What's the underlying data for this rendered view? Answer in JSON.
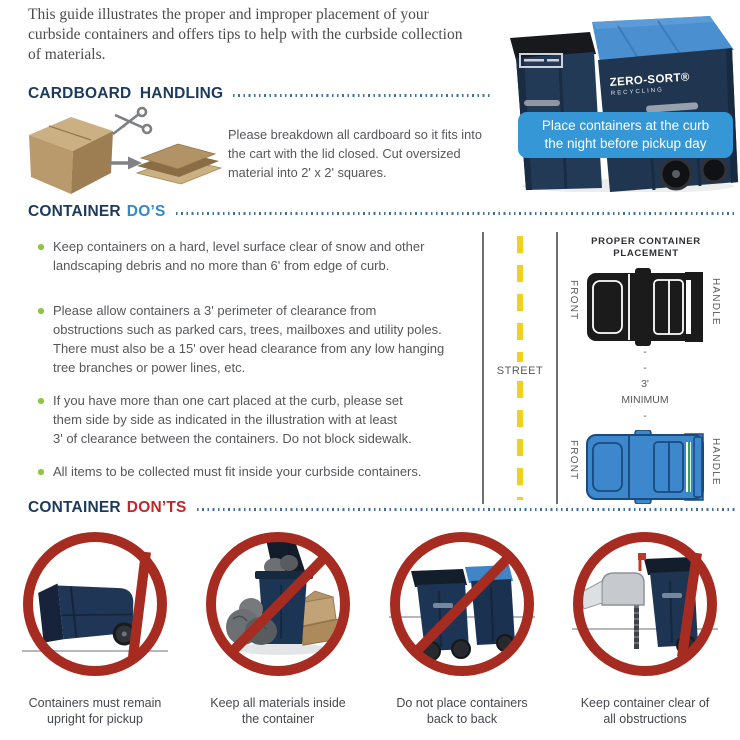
{
  "intro": "This guide illustrates the proper and improper placement of your\ncurbside containers and offers tips to help with the curbside collection\nof materials.",
  "hero": {
    "cart_brand": "ZERO-SORT®",
    "cart_brand_sub": "RECYCLING",
    "callout": "Place containers at the curb\nthe night before pickup day"
  },
  "cardboard": {
    "heading": "CARDBOARD HANDLING",
    "body": "Please breakdown all cardboard so it fits into\nthe cart with the lid closed. Cut oversized\nmaterial into 2' x 2' squares."
  },
  "dos": {
    "heading_main": "CONTAINER",
    "heading_accent": "DO’S",
    "bullets": [
      "Keep containers on a hard, level surface clear of snow and other\nlandscaping debris and no more than 6' from edge of curb.",
      "Please allow containers a 3' perimeter of clearance from\nobstructions such as parked cars, trees, mailboxes and utility poles.\nThere must also be a 15' over head clearance from any low hanging\ntree branches or power lines, etc.",
      "If you have more than one cart placed at the curb, please set\nthem side by side as indicated in the illustration with at least\n3' of clearance between the containers. Do not block sidewalk.",
      "All items to be collected must fit inside your curbside containers."
    ],
    "diagram": {
      "title": "PROPER CONTAINER\nPLACEMENT",
      "street": "STREET",
      "front": "FRONT",
      "handle": "HANDLE",
      "dash": "-",
      "min_feet": "3'",
      "min_word": "MINIMUM"
    }
  },
  "donts": {
    "heading_main": "CONTAINER",
    "heading_accent": "DON’TS",
    "captions": [
      "Containers must remain\nupright for pickup",
      "Keep all materials inside\nthe container",
      "Do not place containers\nback to back",
      "Keep container clear of\nall obstructions"
    ]
  },
  "colors": {
    "heading_navy": "#1b3a5c",
    "dos_blue": "#2e8ad0",
    "donts_red": "#c1272d",
    "prohibition_red": "#a62b20",
    "bullet_green": "#8dc63f",
    "callout_blue": "#3697d6",
    "cart_navy": "#20354f",
    "cart_lid_blue": "#4a8fd0",
    "street_yellow": "#f2d01e",
    "body_gray": "#56575a"
  }
}
